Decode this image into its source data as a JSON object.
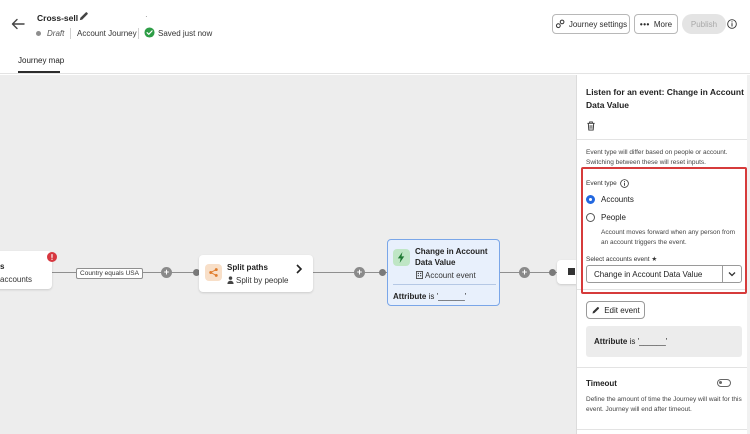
{
  "header": {
    "title": "Cross-sell",
    "separator": "·",
    "status": "Draft",
    "journey_type": "Account Journey",
    "saved_text": "Saved just now",
    "buttons": {
      "settings": "Journey settings",
      "more": "More",
      "publish": "Publish"
    }
  },
  "tabs": [
    {
      "label": "Journey map",
      "active": true
    }
  ],
  "canvas": {
    "partial_node": {
      "line1": "s",
      "line2": "accounts"
    },
    "condition_label": "Country equals USA",
    "split_node": {
      "title": "Split paths",
      "subtitle": "Split by people"
    },
    "event_node": {
      "title": "Change in Account Data Value",
      "subtitle": "Account event",
      "attribute_label": "Attribute",
      "attribute_value": "is '______'"
    },
    "plus_symbol": "+"
  },
  "panel": {
    "title": "Listen for an event: Change in Account Data Value",
    "note": "Event type will differ based on people or account. Switching between these will reset inputs.",
    "event_type_label": "Event type",
    "options": [
      {
        "label": "Accounts",
        "checked": true
      },
      {
        "label": "People",
        "checked": false
      }
    ],
    "people_help": "Account moves forward when any person from an account triggers the event.",
    "select_label": "Select accounts event ★",
    "select_value": "Change in Account Data Value",
    "edit_button": "Edit event",
    "attribute_label": "Attribute",
    "attribute_value": "is '______'",
    "timeout": {
      "title": "Timeout",
      "enabled": false,
      "description": "Define the amount of time the Journey will wait for this event. Journey will end after timeout."
    }
  },
  "colors": {
    "accent": "#2368e0",
    "highlight": "#d63b3b",
    "saved": "#2d9d46",
    "alert": "#d7373f",
    "event_node_bg": "#e8f0fc",
    "canvas_bg": "#ededed"
  }
}
